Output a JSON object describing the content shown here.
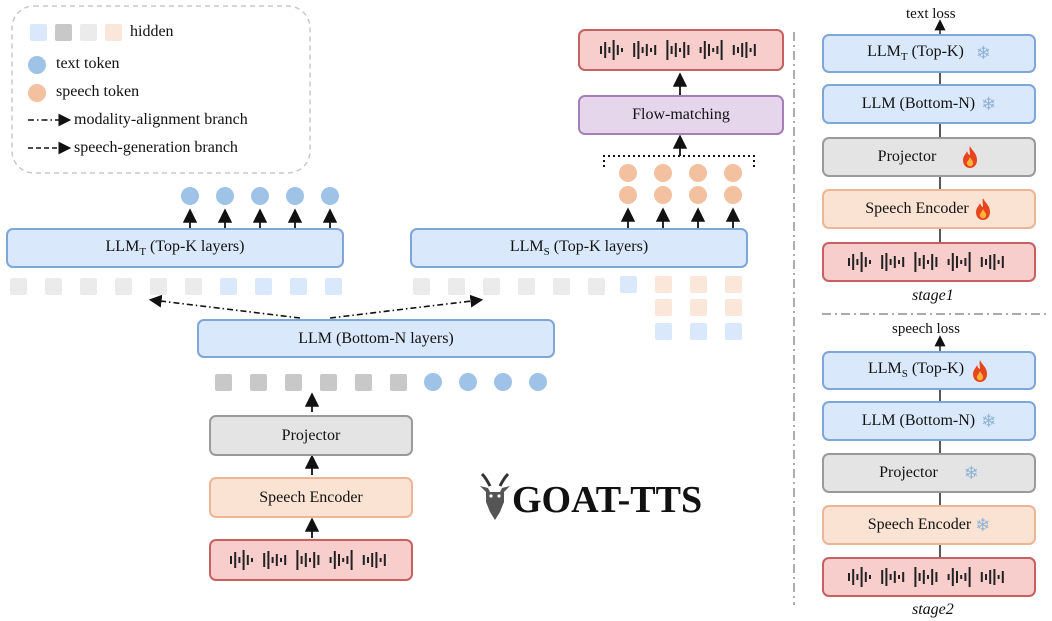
{
  "legend": {
    "hidden": "hidden",
    "text_token": "text token",
    "speech_token": "speech token",
    "modality_alignment": "modality-alignment branch",
    "speech_generation": "speech-generation branch"
  },
  "main": {
    "llm_t": {
      "prefix": "LLM",
      "sub": "T",
      "suffix": " (Top-K layers)"
    },
    "llm_s": {
      "prefix": "LLM",
      "sub": "S",
      "suffix": " (Top-K layers)"
    },
    "llm_bottom": "LLM (Bottom-N layers)",
    "projector": "Projector",
    "speech_encoder": "Speech Encoder",
    "flow_matching": "Flow-matching"
  },
  "logo": {
    "text": "GOAT-TTS"
  },
  "stage1": {
    "loss": "text loss",
    "llm_t": {
      "prefix": "LLM",
      "sub": "T",
      "suffix": " (Top-K)"
    },
    "llm_bottom": "LLM (Bottom-N)",
    "projector": "Projector",
    "speech_encoder": "Speech Encoder",
    "label": "stage1"
  },
  "stage2": {
    "loss": "speech loss",
    "llm_s": {
      "prefix": "LLM",
      "sub": "S",
      "suffix": " (Top-K)"
    },
    "llm_bottom": "LLM (Bottom-N)",
    "projector": "Projector",
    "speech_encoder": "Speech Encoder",
    "label": "stage2"
  },
  "colors": {
    "blue_fill": "#dae8fc",
    "gray_fill": "#e4e4e4",
    "peach_fill": "#fbe3d3",
    "red_fill": "#f8cecc",
    "purple_fill": "#e6d6ec",
    "text_token": "#9ec3e7",
    "speech_token": "#f4c1a0"
  },
  "icons": [
    "snowflake-icon",
    "fire-icon",
    "goat-logo-icon",
    "waveform-icon"
  ]
}
